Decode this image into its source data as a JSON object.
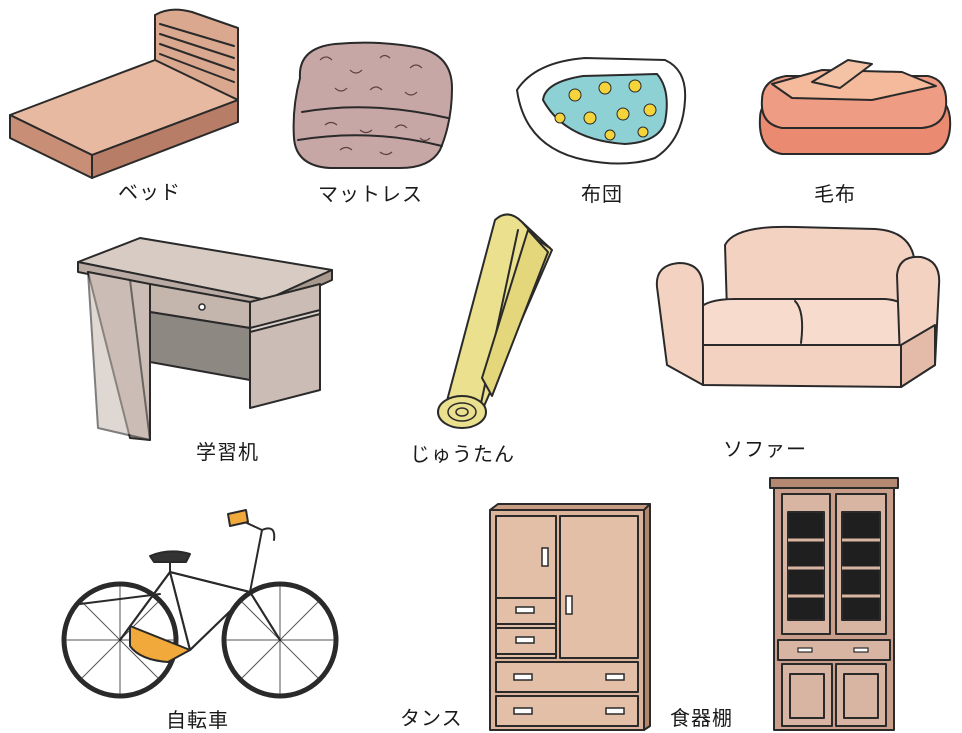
{
  "items": [
    {
      "name": "bed",
      "label": "ベッド"
    },
    {
      "name": "mattress",
      "label": "マットレス"
    },
    {
      "name": "futon",
      "label": "布団"
    },
    {
      "name": "blanket",
      "label": "毛布"
    },
    {
      "name": "study-desk",
      "label": "学習机"
    },
    {
      "name": "carpet",
      "label": "じゅうたん"
    },
    {
      "name": "sofa",
      "label": "ソファー"
    },
    {
      "name": "bicycle",
      "label": "自転車"
    },
    {
      "name": "chest",
      "label": "タンス"
    },
    {
      "name": "cupboard",
      "label": "食器棚"
    }
  ],
  "colors": {
    "wood": "#d9a88f",
    "mattress": "#c7a6a6",
    "blanket": "#ee9c83",
    "desk": "#cbbdb5",
    "carpet": "#eae08e",
    "sofa": "#f4d2c2",
    "bike": "#f2a93b",
    "chest": "#dcb49c",
    "cupboard": "#c99e8a"
  }
}
